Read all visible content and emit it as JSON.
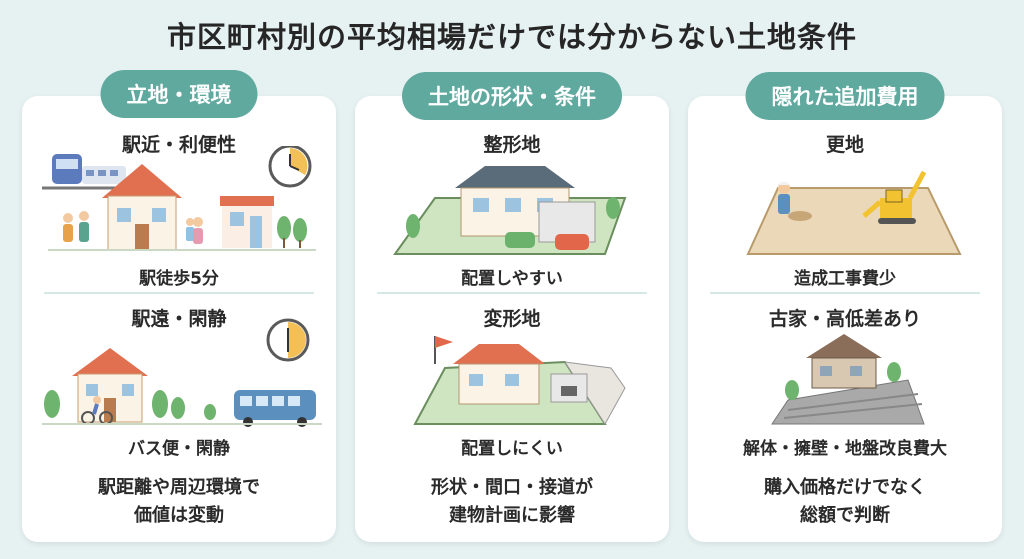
{
  "title": "市区町村別の平均相場だけでは分からない土地条件",
  "columns": [
    {
      "header": "立地・環境",
      "top_heading": "駅近・利便性",
      "top_caption": "駅徒歩5分",
      "bottom_heading": "駅遠・閑静",
      "bottom_caption": "バス便・閑静",
      "summary": [
        "駅距離や周辺環境で",
        "価値は変動"
      ]
    },
    {
      "header": "土地の形状・条件",
      "top_heading": "整形地",
      "top_caption": "配置しやすい",
      "bottom_heading": "変形地",
      "bottom_caption": "配置しにくい",
      "summary": [
        "形状・間口・接道が",
        "建物計画に影響"
      ]
    },
    {
      "header": "隠れた追加費用",
      "top_heading": "更地",
      "top_caption": "造成工事費少",
      "bottom_heading": "古家・高低差あり",
      "bottom_caption": "解体・擁壁・地盤改良費大",
      "summary": [
        "購入価格だけでなく",
        "総額で判断"
      ]
    }
  ],
  "colors": {
    "accent": "#5fa99f",
    "background": "#e6f1f2",
    "card": "#ffffff"
  }
}
